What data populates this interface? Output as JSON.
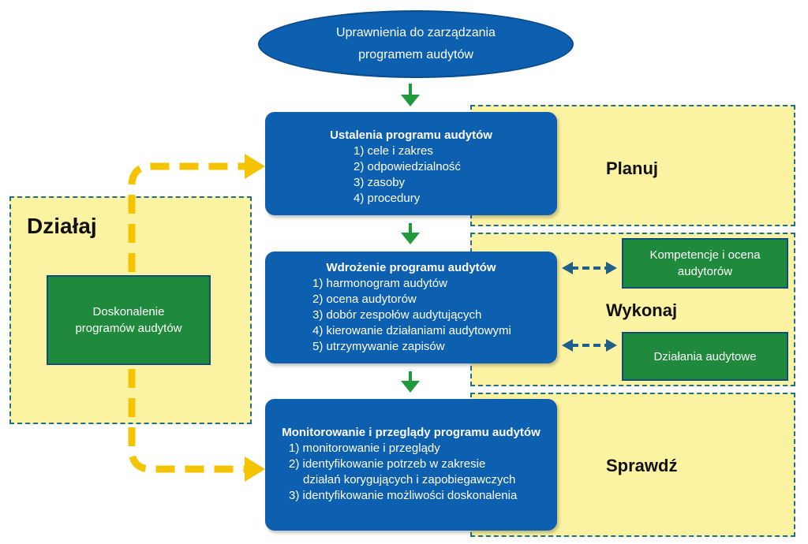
{
  "header": {
    "authority": "Uprawnienia do zarządzania\nprogramem audytów"
  },
  "zones": {
    "plan": "Planuj",
    "do": "Wykonaj",
    "check": "Sprawdź",
    "act": "Działaj"
  },
  "steps": {
    "establish": {
      "title": "Ustalenia programu audytów",
      "items": [
        "1) cele i zakres",
        "2) odpowiedzialność",
        "3) zasoby",
        "4) procedury"
      ]
    },
    "implement": {
      "title": "Wdrożenie programu audytów",
      "items": [
        "1) harmonogram audytów",
        "2) ocena audytorów",
        "3) dobór zespołów audytujących",
        "4) kierowanie działaniami audytowymi",
        "5) utrzymywanie zapisów"
      ]
    },
    "monitor": {
      "title": "Monitorowanie i przeglądy programu audytów",
      "items": [
        "1) monitorowanie i przeglądy",
        "2) identyfikowanie potrzeb w zakresie",
        "działań korygujących i zapobiegawczych",
        "3) identyfikowanie możliwości doskonalenia"
      ]
    }
  },
  "side": {
    "competence": "Kompetencje i ocena\naudytorów",
    "activities": "Działania audytowe",
    "improve": "Doskonalenie\nprogramów audytów"
  },
  "colors": {
    "blue_box": "#0d5fb0",
    "green_box": "#1f8a3c",
    "yellow_zone": "#fcf3a2",
    "green_arrow": "#1f9a3c",
    "yellow_arrow": "#f5c400",
    "dash_border": "#1f6e8c"
  }
}
